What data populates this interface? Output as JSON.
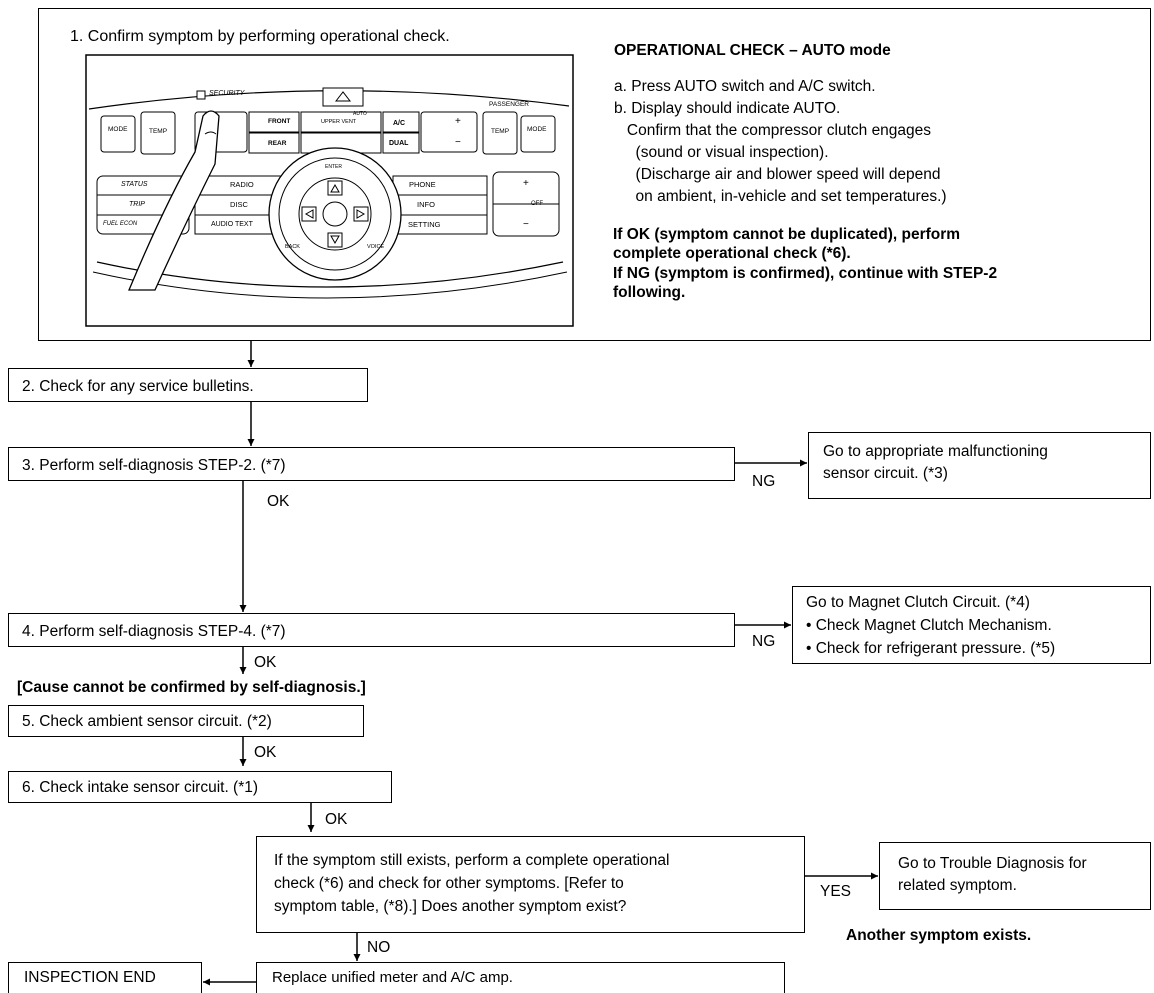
{
  "step1": {
    "title": "1. Confirm symptom by performing operational check.",
    "op_check_title": "OPERATIONAL CHECK – AUTO mode",
    "op_check_body": "a. Press AUTO switch and A/C switch.\nb. Display should indicate AUTO.\n   Confirm that the compressor clutch engages\n     (sound or visual inspection).\n     (Discharge air and blower speed will depend\n     on ambient, in-vehicle and set temperatures.)",
    "result_text": "If OK (symptom cannot be duplicated), perform\ncomplete operational check (*6).\nIf NG (symptom is confirmed), continue with STEP-2\nfollowing.",
    "panel": {
      "security": "SECURITY",
      "passenger": "PASSENGER",
      "mode": "MODE",
      "temp": "TEMP",
      "front": "FRONT",
      "rear": "REAR",
      "auto": "AUTO",
      "upper_vent": "UPPER VENT",
      "ac": "A/C",
      "dual": "DUAL",
      "fan_plus": "+",
      "fan_minus": "−",
      "status": "STATUS",
      "trip": "TRIP",
      "fuel_econ": "FUEL ECON",
      "radio": "RADIO",
      "disc": "DISC",
      "audio_text": "AUDIO TEXT",
      "phone": "PHONE",
      "info": "INFO",
      "setting": "SETTING",
      "enter": "ENTER",
      "back": "BACK",
      "voice": "VOICE",
      "vol_plus": "+",
      "vol_minus": "−",
      "off": "OFF"
    }
  },
  "step2": {
    "text": "2. Check for any service bulletins."
  },
  "step3": {
    "text": "3. Perform self-diagnosis STEP-2. (*7)",
    "ng_label": "NG",
    "ok_label": "OK",
    "ng_box": "Go to appropriate malfunctioning\nsensor circuit. (*3)"
  },
  "step4": {
    "text": "4. Perform self-diagnosis STEP-4. (*7)",
    "ng_label": "NG",
    "ok_label": "OK",
    "ng_box": "Go to Magnet Clutch Circuit. (*4)\n• Check Magnet Clutch Mechanism.\n• Check for refrigerant pressure. (*5)",
    "cause_note": "[Cause cannot be confirmed by self-diagnosis.]"
  },
  "step5": {
    "text": "5. Check ambient sensor circuit. (*2)",
    "ok_label": "OK"
  },
  "step6": {
    "text": "6. Check intake sensor circuit. (*1)",
    "ok_label": "OK"
  },
  "step7": {
    "text": "If the symptom still exists, perform a complete operational\ncheck (*6) and check for other symptoms. [Refer to\nsymptom table, (*8).] Does another symptom exist?",
    "yes_label": "YES",
    "no_label": "NO",
    "yes_box": "Go to Trouble Diagnosis for\nrelated symptom.",
    "yes_note": "Another symptom exists."
  },
  "step8": {
    "text": "Replace unified meter and A/C amp.",
    "end_label": "INSPECTION END"
  }
}
